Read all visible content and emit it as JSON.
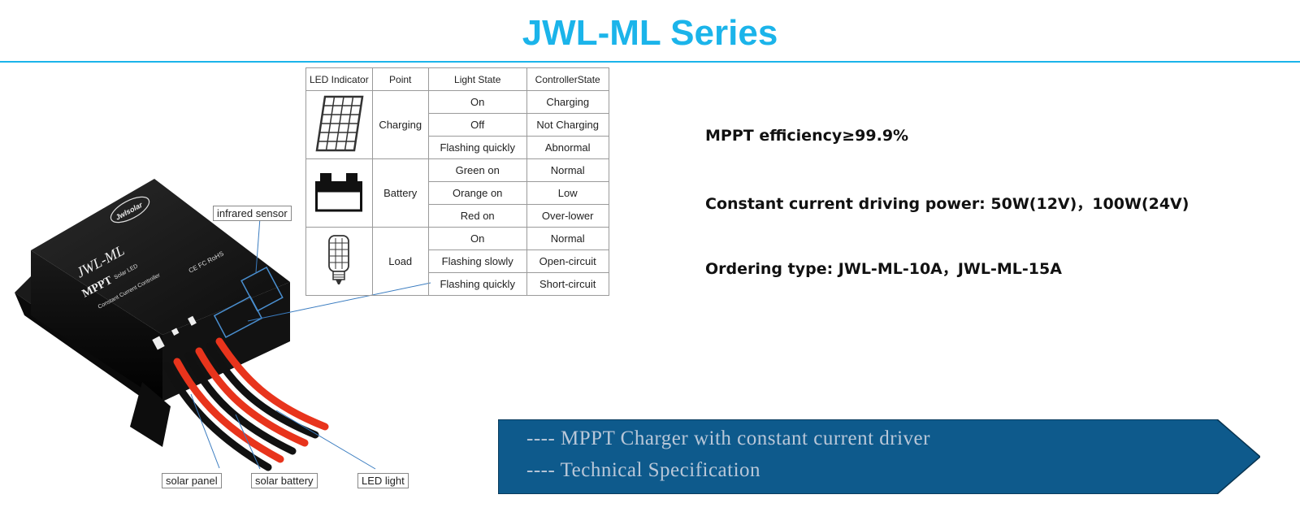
{
  "page_title": "JWL-ML Series",
  "led_table": {
    "headers": [
      "LED Indicator",
      "Point",
      "Light State",
      "ControllerState"
    ],
    "groups": [
      {
        "point": "Charging",
        "icon": "solar-panel-icon",
        "rows": [
          [
            "On",
            "Charging"
          ],
          [
            "Off",
            "Not Charging"
          ],
          [
            "Flashing quickly",
            "Abnormal"
          ]
        ]
      },
      {
        "point": "Battery",
        "icon": "battery-icon",
        "rows": [
          [
            "Green on",
            "Normal"
          ],
          [
            "Orange on",
            "Low"
          ],
          [
            "Red on",
            "Over-lower"
          ]
        ]
      },
      {
        "point": "Load",
        "icon": "led-lamp-icon",
        "rows": [
          [
            "On",
            "Normal"
          ],
          [
            "Flashing slowly",
            "Open-circuit"
          ],
          [
            "Flashing quickly",
            "Short-circuit"
          ]
        ]
      }
    ]
  },
  "specs": [
    "MPPT efficiency≥99.9%",
    "Constant current driving power: 50W(12V)，100W(24V)",
    "Ordering type: JWL-ML-10A，JWL-ML-15A"
  ],
  "banner": {
    "line1": "---- MPPT Charger with constant current driver",
    "line2": "---- Technical Specification",
    "color": "#0e5a8c"
  },
  "device": {
    "model": "JWL-ML",
    "subtitle1": "MPPT",
    "subtitle2": "Solar LED",
    "subtitle3": "Constant Current Controller",
    "brand": "Jwlsolar",
    "marks": "CE FC RoHS"
  },
  "callouts": {
    "infrared": "infrared sensor",
    "solar_panel": "solar panel",
    "solar_battery": "solar battery",
    "led_light": "LED light"
  },
  "accent_color": "#1bb4ea"
}
